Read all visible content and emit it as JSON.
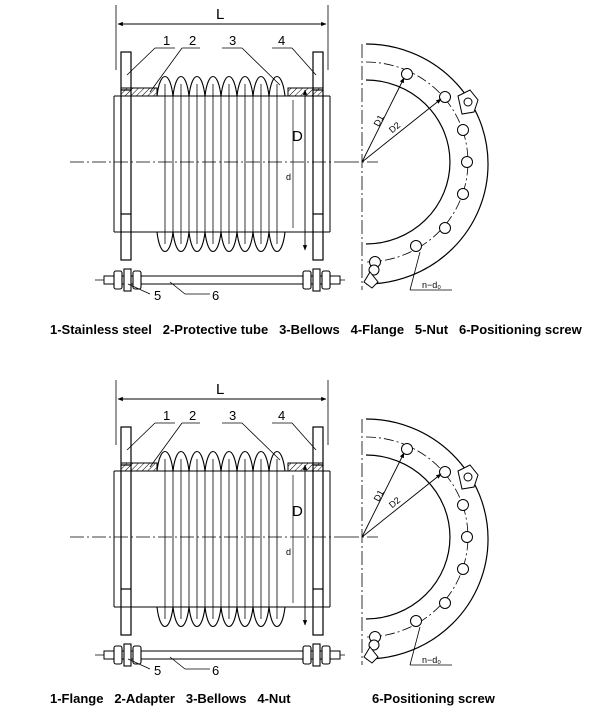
{
  "diagram_top": {
    "dimension_L": "L",
    "dimension_D": "D",
    "dimension_d": "d",
    "callouts": [
      "1",
      "2",
      "3",
      "4",
      "5",
      "6"
    ],
    "flange_view": {
      "d1": "D1",
      "d2": "D2",
      "holes": "n−d₀"
    },
    "caption": {
      "item1": "1-Stainless steel",
      "item2": "2-Protective tube",
      "item3": "3-Bellows",
      "item4": "4-Flange",
      "item5": "5-Nut",
      "item6": "6-Positioning screw"
    }
  },
  "diagram_bottom": {
    "dimension_L": "L",
    "dimension_D": "D",
    "dimension_d": "d",
    "callouts": [
      "1",
      "2",
      "3",
      "4",
      "5",
      "6"
    ],
    "flange_view": {
      "d1": "D1",
      "d2": "D2",
      "holes": "n−d₀"
    },
    "caption": {
      "item1": "1-Flange",
      "item2": "2-Adapter",
      "item3": "3-Bellows",
      "item4": "4-Nut",
      "item6": "6-Positioning screw"
    }
  }
}
